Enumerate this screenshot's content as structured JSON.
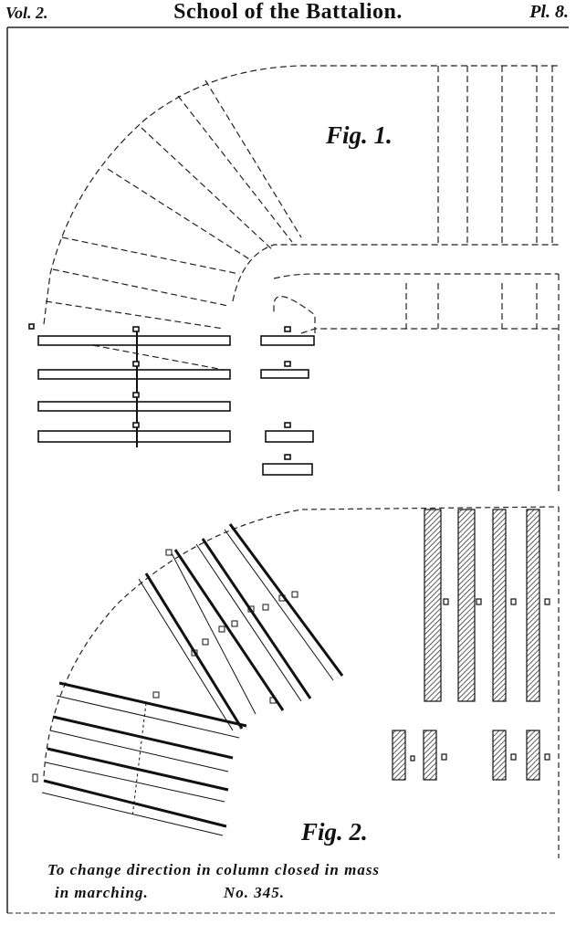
{
  "header": {
    "volume": "Vol. 2.",
    "title": "School of the Battalion.",
    "plate": "Pl. 8."
  },
  "figures": {
    "fig1_label": "Fig. 1.",
    "fig2_label": "Fig. 2."
  },
  "caption": {
    "line1": "To change direction in column closed in mass",
    "line2": "in marching.",
    "number": "No. 345."
  },
  "colors": {
    "ink": "#111111",
    "paper": "#ffffff",
    "hatch": "#555555"
  }
}
